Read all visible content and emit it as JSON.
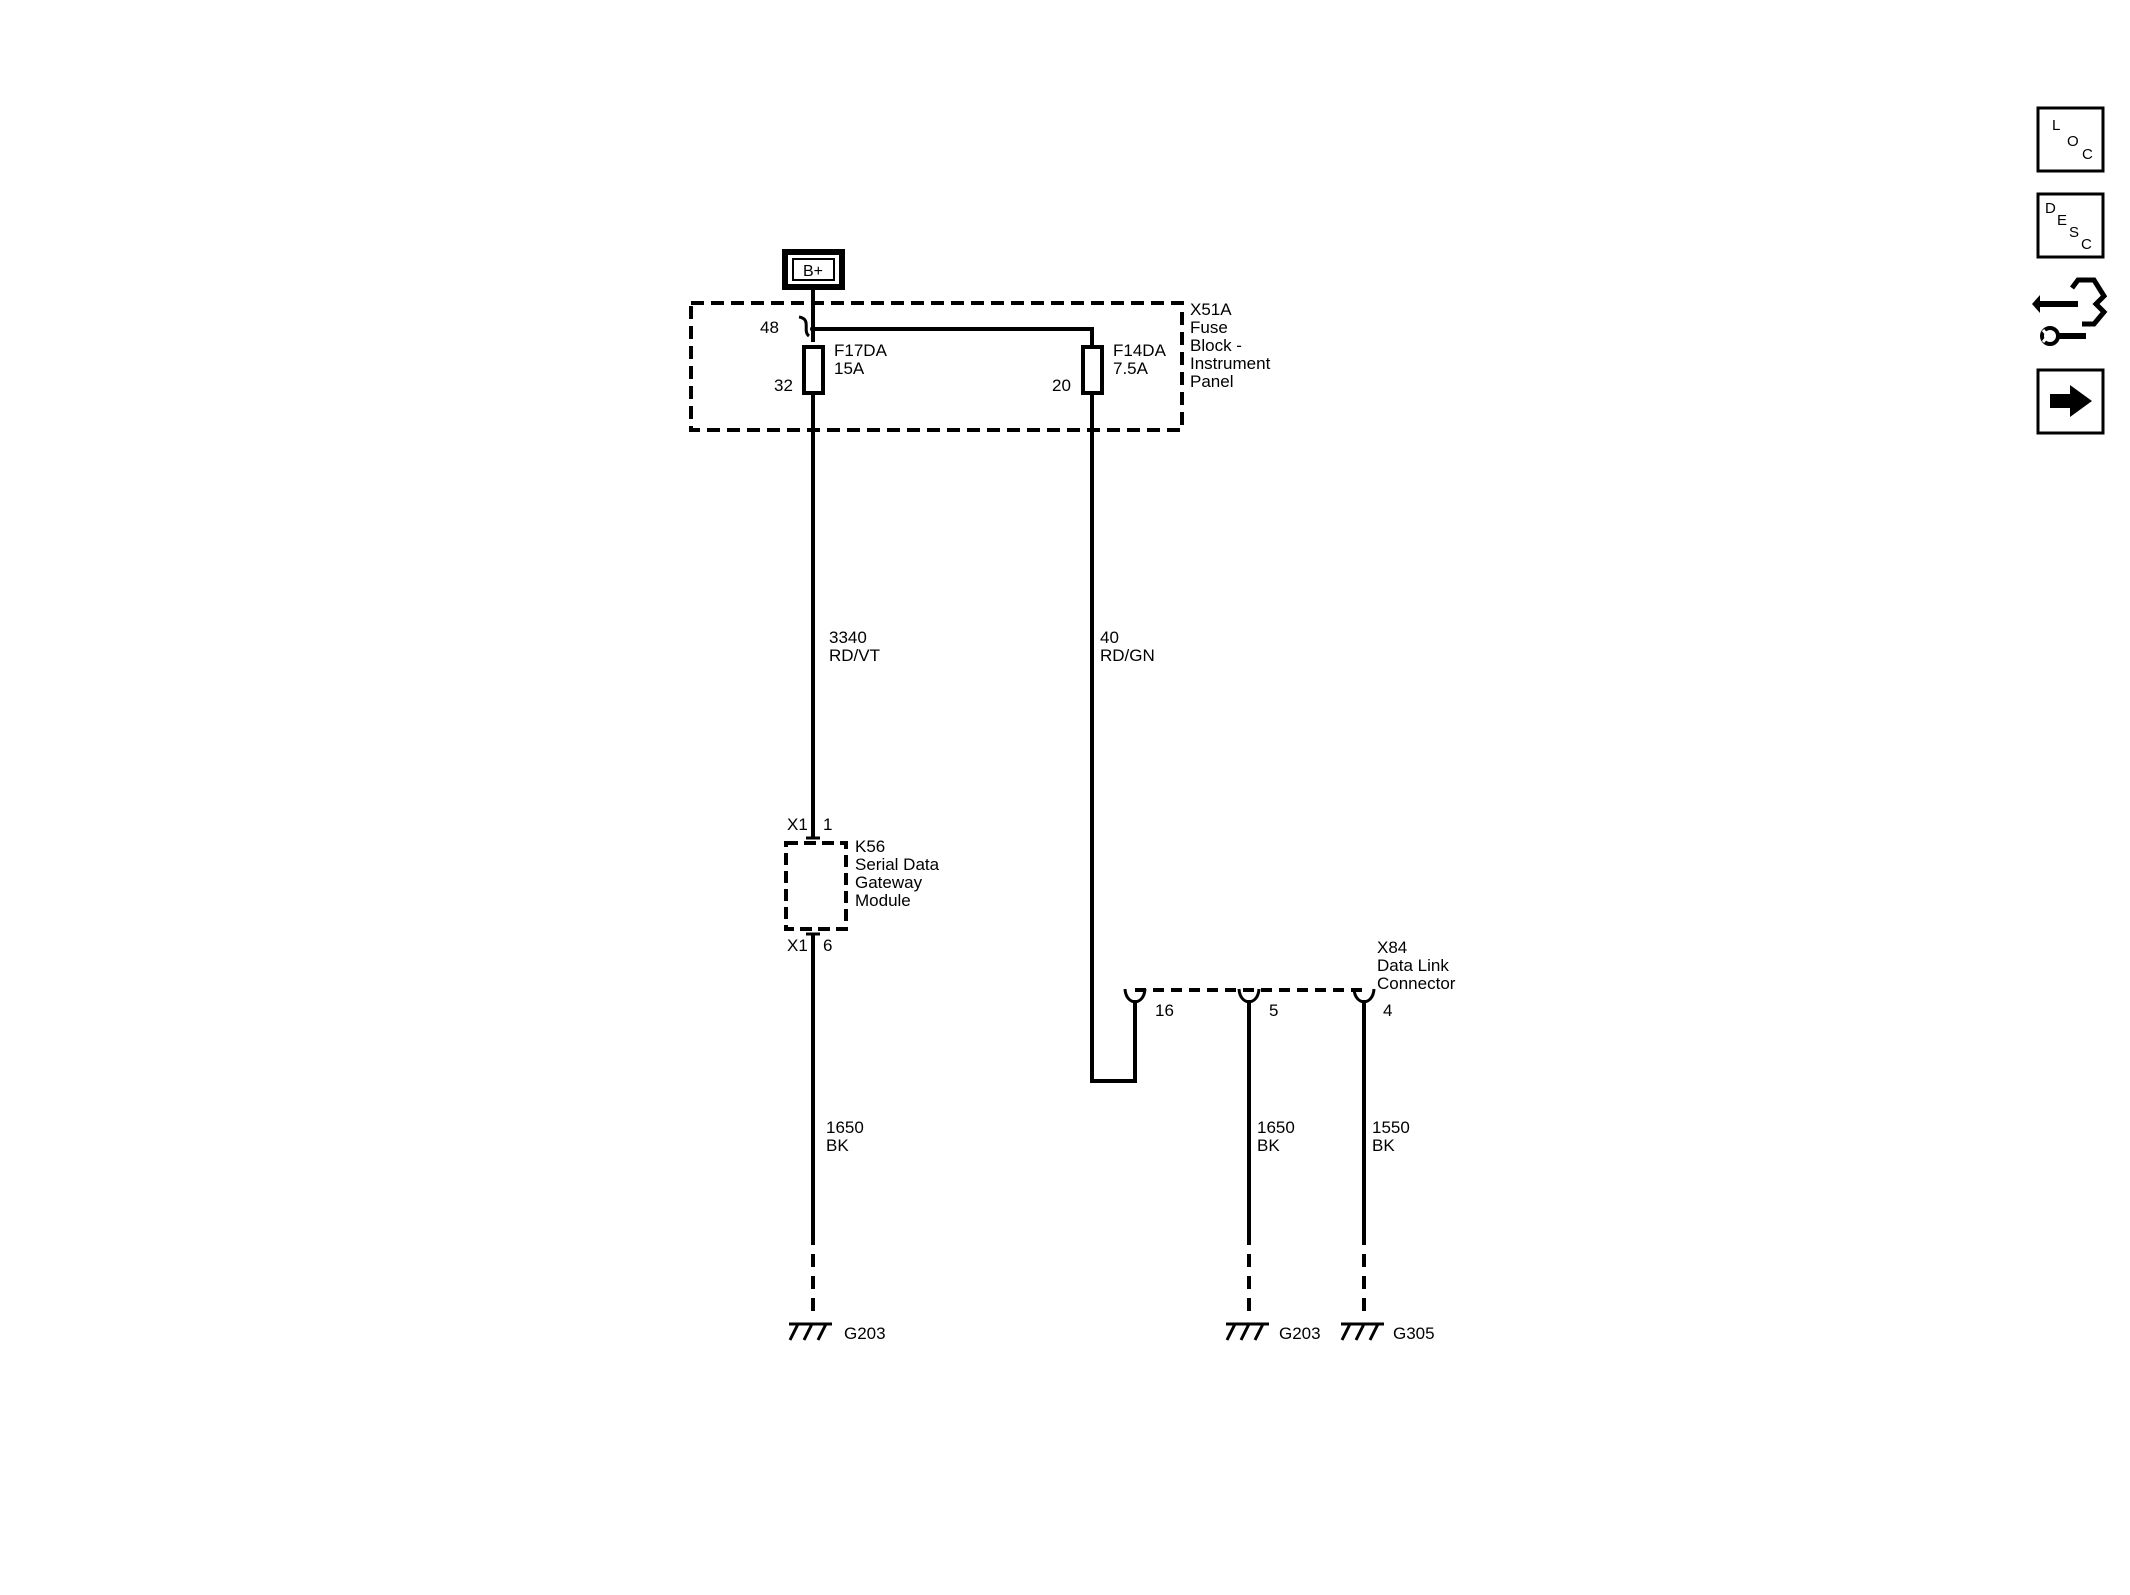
{
  "power_source": {
    "label": "B+"
  },
  "fuse_block": {
    "title_lines": [
      "X51A",
      "Fuse",
      "Block -",
      "Instrument",
      "Panel"
    ],
    "input_pin": "48",
    "fuses": [
      {
        "name": "F17DA",
        "rating": "15A",
        "output_pin": "32"
      },
      {
        "name": "F14DA",
        "rating": "7.5A",
        "output_pin": "20"
      }
    ]
  },
  "wires": [
    {
      "circuit": "3340",
      "color": "RD/VT"
    },
    {
      "circuit": "40",
      "color": "RD/GN"
    },
    {
      "circuit": "1650",
      "color": "BK"
    },
    {
      "circuit": "1650",
      "color": "BK"
    },
    {
      "circuit": "1550",
      "color": "BK"
    }
  ],
  "gateway_module": {
    "title_lines": [
      "K56",
      "Serial Data",
      "Gateway",
      "Module"
    ],
    "connector_in": "X1",
    "pin_in": "1",
    "connector_out": "X1",
    "pin_out": "6"
  },
  "data_link_connector": {
    "title_lines": [
      "X84",
      "Data Link",
      "Connector"
    ],
    "pins": [
      "16",
      "5",
      "4"
    ]
  },
  "grounds": [
    "G203",
    "G203",
    "G305"
  ],
  "nav_buttons": [
    {
      "name": "loc",
      "letters": [
        "L",
        "O",
        "C"
      ]
    },
    {
      "name": "desc",
      "letters": [
        "D",
        "E",
        "S",
        "C"
      ]
    },
    {
      "name": "connector-tool",
      "icon": "connector-wrench-icon"
    },
    {
      "name": "next",
      "icon": "arrow-right-icon"
    }
  ]
}
